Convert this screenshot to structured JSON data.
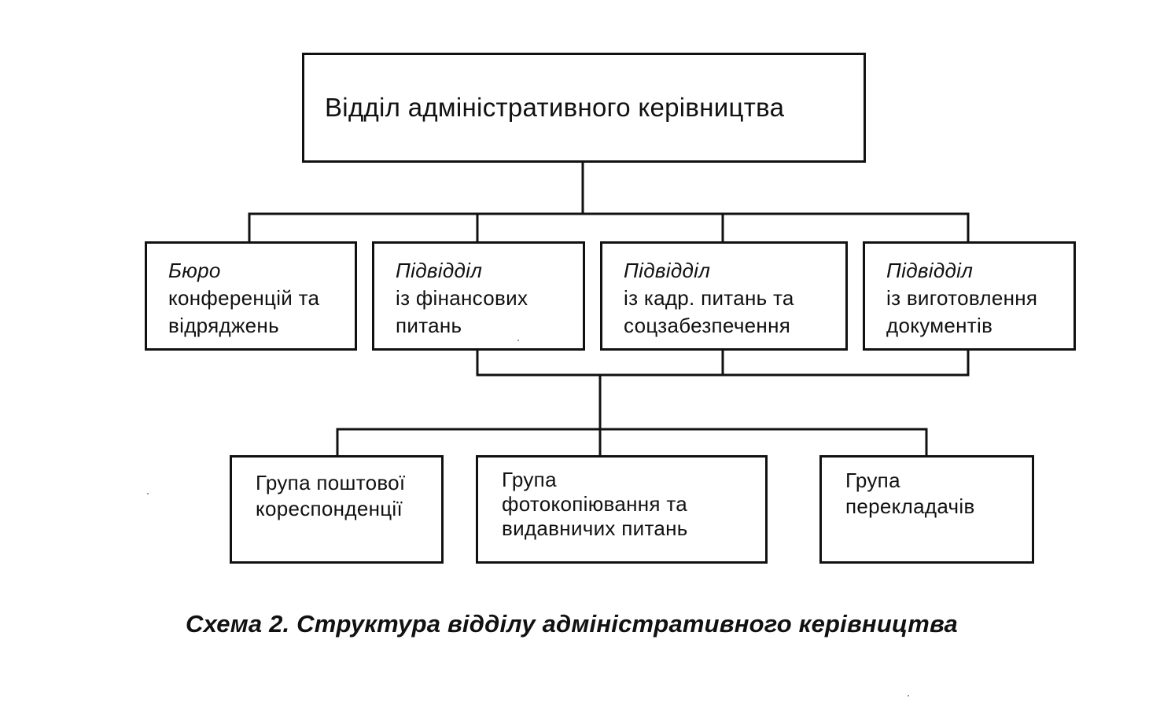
{
  "diagram": {
    "root": {
      "lines": [
        "Відділ адміністративного керівництва"
      ]
    },
    "level2": [
      {
        "lines": [
          "Бюро",
          "конференцій та",
          "відряджень"
        ]
      },
      {
        "lines": [
          "Підвідділ",
          "із фінансових",
          "питань"
        ]
      },
      {
        "lines": [
          "Підвідділ",
          "із кадр. питань та",
          "соцзабезпечення"
        ]
      },
      {
        "lines": [
          "Підвідділ",
          "із виготовлення",
          "документів"
        ]
      }
    ],
    "level3": [
      {
        "lines": [
          "Група поштової",
          "кореспонденції"
        ]
      },
      {
        "lines": [
          "Група",
          "фотокопіювання  та",
          "видавничих питань"
        ]
      },
      {
        "lines": [
          "Група",
          "перекладачів"
        ]
      }
    ]
  },
  "caption": "Схема 2. Структура відділу адміністративного керівництва"
}
